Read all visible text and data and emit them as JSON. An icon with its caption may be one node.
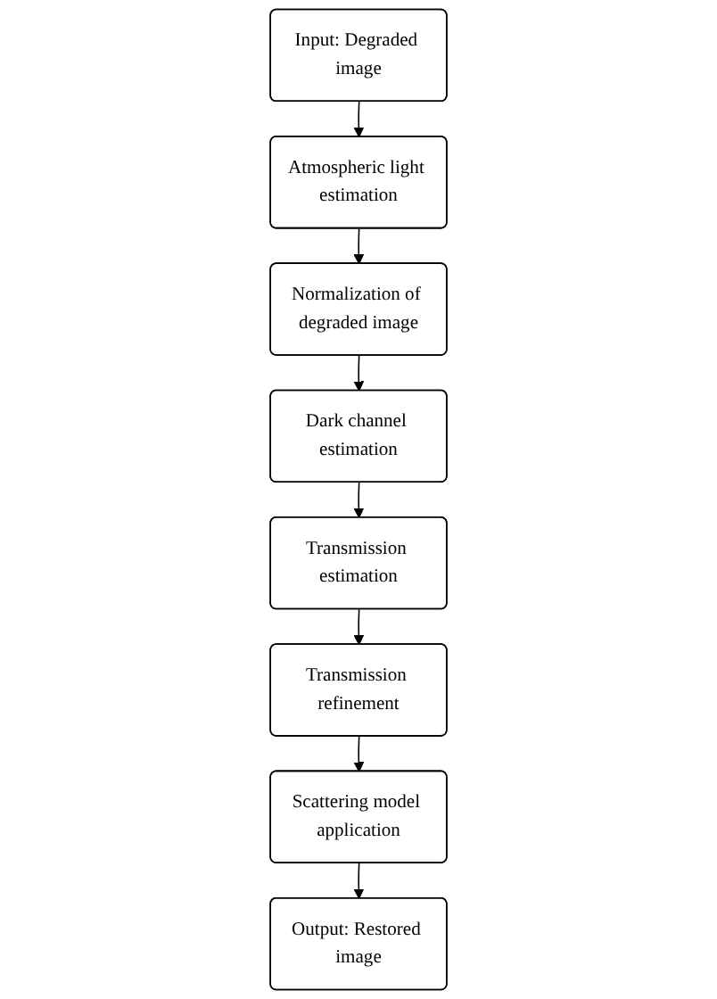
{
  "diagram": {
    "nodes": [
      {
        "text": [
          "Input: Degraded image"
        ]
      },
      {
        "text": [
          "Atmospheric light estimation"
        ]
      },
      {
        "text": [
          "Normalization of degraded image"
        ]
      },
      {
        "text": [
          "Dark channel estimation"
        ]
      },
      {
        "text": [
          "Transmission estimation"
        ]
      },
      {
        "text": [
          "Output: Restored image"
        ]
      },
      {
        "text": [
          "Transmission refinement"
        ]
      },
      {
        "text": [
          "Scattering model application"
        ]
      }
    ],
    "edges": [
      {
        "from": 0,
        "to": 1,
        "arrow": "to"
      },
      {
        "from": 1,
        "to": 2,
        "arrow": "to"
      },
      {
        "from": 2,
        "to": 3,
        "arrow": "to"
      },
      {
        "from": 3,
        "to": 4,
        "arrow": "to"
      },
      {
        "from": 4,
        "to": 6,
        "arrow": "to"
      },
      {
        "from": 6,
        "to": 7,
        "arrow": "to"
      },
      {
        "from": 7,
        "to": 5,
        "arrow": "to"
      }
    ]
  }
}
